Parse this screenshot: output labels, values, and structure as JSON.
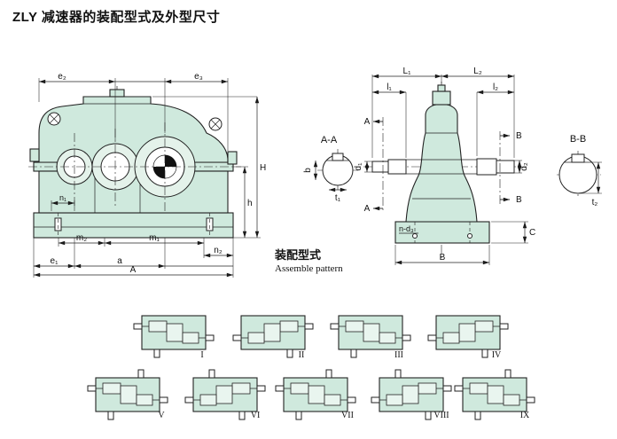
{
  "page": {
    "title": "ZLY 减速器的装配型式及外型尺寸"
  },
  "front_view": {
    "dims": {
      "e2": "e₂",
      "e3": "e₃",
      "H": "H",
      "h": "h",
      "n1": "n₁",
      "n2": "n₂",
      "m1": "m₁",
      "m2": "m₂",
      "e1": "e₁",
      "a": "a",
      "A": "A"
    }
  },
  "section_aa": {
    "title": "A-A",
    "dims": {
      "b": "b",
      "t1": "t₁"
    }
  },
  "side_view": {
    "dims": {
      "L1": "L₁",
      "L2": "L₂",
      "l1": "l₁",
      "l2": "l₂",
      "d1": "d₁",
      "d2": "d₂",
      "B": "B",
      "C": "C",
      "bolt_holes": "n-d₃",
      "cut_a": "A",
      "cut_b": "B"
    }
  },
  "section_bb": {
    "title": "B-B",
    "dims": {
      "t2": "t₂"
    }
  },
  "assemble": {
    "title_zh": "装配型式",
    "title_en": "Assemble pattern",
    "items": [
      {
        "label": "I"
      },
      {
        "label": "II"
      },
      {
        "label": "III"
      },
      {
        "label": "IV"
      },
      {
        "label": "V"
      },
      {
        "label": "VI"
      },
      {
        "label": "VII"
      },
      {
        "label": "VIII"
      },
      {
        "label": "IX"
      }
    ]
  }
}
